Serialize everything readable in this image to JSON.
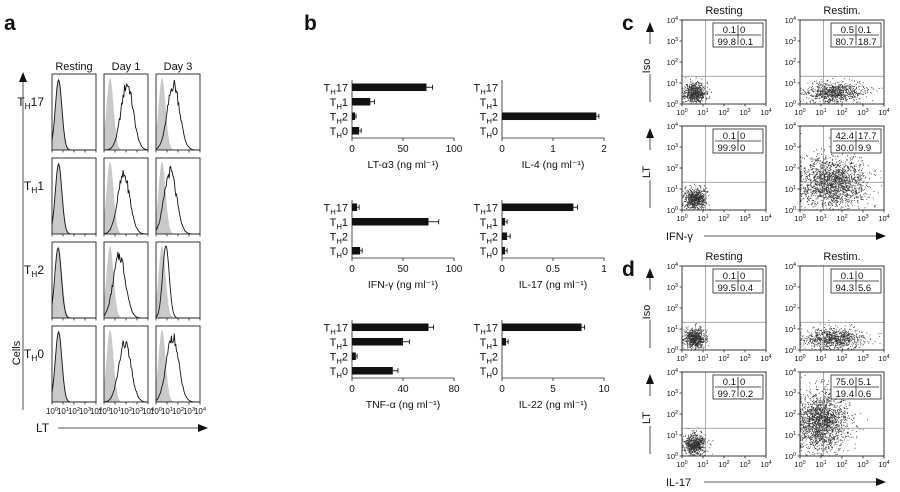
{
  "panels": {
    "a": {
      "label": "a",
      "col_titles": [
        "Resting",
        "Day 1",
        "Day 3"
      ],
      "rows": [
        {
          "main": "T",
          "sub": "H",
          "tail": "17"
        },
        {
          "main": "T",
          "sub": "H",
          "tail": "1"
        },
        {
          "main": "T",
          "sub": "H",
          "tail": "2"
        },
        {
          "main": "T",
          "sub": "H",
          "tail": "0"
        }
      ],
      "ylabel": "Cells",
      "xlabel": "LT",
      "tick_base": "10",
      "tick_exps": [
        "0",
        "1",
        "2",
        "3",
        "4"
      ],
      "histograms": [
        [
          {
            "shade": 0.6,
            "stim": 0.6,
            "stimH": 0.92
          },
          {
            "shade": 0.55,
            "stim": 2.1,
            "stimH": 0.95
          },
          {
            "shade": 0.55,
            "stim": 1.6,
            "stimH": 0.95
          }
        ],
        [
          {
            "shade": 0.6,
            "stim": 0.6,
            "stimH": 0.92
          },
          {
            "shade": 0.55,
            "stim": 1.8,
            "stimH": 0.85
          },
          {
            "shade": 0.55,
            "stim": 1.3,
            "stimH": 0.9
          }
        ],
        [
          {
            "shade": 0.6,
            "stim": 0.55,
            "stimH": 0.92
          },
          {
            "shade": 0.55,
            "stim": 1.4,
            "stimH": 0.9
          },
          {
            "shade": 0.55,
            "stim": 0.9,
            "stimH": 0.95
          }
        ],
        [
          {
            "shade": 0.6,
            "stim": 0.6,
            "stimH": 0.92
          },
          {
            "shade": 0.55,
            "stim": 1.9,
            "stimH": 0.85
          },
          {
            "shade": 0.55,
            "stim": 1.5,
            "stimH": 0.95
          }
        ]
      ]
    },
    "b": {
      "label": "b",
      "rows": [
        {
          "main": "T",
          "sub": "H",
          "tail": "17"
        },
        {
          "main": "T",
          "sub": "H",
          "tail": "1"
        },
        {
          "main": "T",
          "sub": "H",
          "tail": "2"
        },
        {
          "main": "T",
          "sub": "H",
          "tail": "0"
        }
      ],
      "charts": [
        {
          "xlabel": "LT-α3 (ng ml⁻¹)",
          "ticks": [
            "0",
            "50",
            "100"
          ],
          "max": 100,
          "values": [
            73,
            18,
            3,
            7
          ],
          "errors": [
            6,
            4,
            1,
            2
          ]
        },
        {
          "xlabel": "IL-4 (ng ml⁻¹)",
          "ticks": [
            "0",
            "1",
            "2"
          ],
          "max": 2,
          "values": [
            0,
            0,
            1.85,
            0
          ],
          "errors": [
            0,
            0,
            0.05,
            0
          ]
        },
        {
          "xlabel": "IFN-γ (ng ml⁻¹)",
          "ticks": [
            "0",
            "50",
            "100"
          ],
          "max": 100,
          "values": [
            5,
            75,
            0,
            8
          ],
          "errors": [
            2,
            10,
            0,
            2
          ]
        },
        {
          "xlabel": "IL-17 (ng ml⁻¹)",
          "ticks": [
            "0",
            "0.5",
            "1"
          ],
          "max": 1,
          "values": [
            0.7,
            0.03,
            0.05,
            0.03
          ],
          "errors": [
            0.04,
            0.02,
            0.03,
            0.02
          ]
        },
        {
          "xlabel": "TNF-α (ng ml⁻¹)",
          "ticks": [
            "0",
            "40",
            "80"
          ],
          "max": 80,
          "values": [
            60,
            40,
            3,
            32
          ],
          "errors": [
            4,
            5,
            1,
            4
          ]
        },
        {
          "xlabel": "IL-22 (ng ml⁻¹)",
          "ticks": [
            "0",
            "5",
            "10"
          ],
          "max": 10,
          "values": [
            7.8,
            0.4,
            0,
            0
          ],
          "errors": [
            0.3,
            0.2,
            0,
            0
          ]
        }
      ]
    },
    "c": {
      "label": "c",
      "col_titles": [
        "Resting",
        "Restim."
      ],
      "row_labels": [
        "Iso",
        "LT"
      ],
      "xlabel": "IFN-γ",
      "quadrants": [
        [
          [
            "0.1",
            "0",
            "99.8",
            "0.1"
          ],
          [
            "0.5",
            "0.1",
            "80.7",
            "18.7"
          ]
        ],
        [
          [
            "0.1",
            "0",
            "99.9",
            "0"
          ],
          [
            "42.4",
            "17.7",
            "30.0",
            "9.9"
          ]
        ]
      ]
    },
    "d": {
      "label": "d",
      "col_titles": [
        "Resting",
        "Restim."
      ],
      "row_labels": [
        "Iso",
        "LT"
      ],
      "xlabel": "IL-17",
      "quadrants": [
        [
          [
            "0.1",
            "0",
            "99.5",
            "0.4"
          ],
          [
            "0.1",
            "0",
            "94.3",
            "5.6"
          ]
        ],
        [
          [
            "0.1",
            "0",
            "99.7",
            "0.2"
          ],
          [
            "75.0",
            "5.1",
            "19.4",
            "0.6"
          ]
        ]
      ]
    }
  }
}
